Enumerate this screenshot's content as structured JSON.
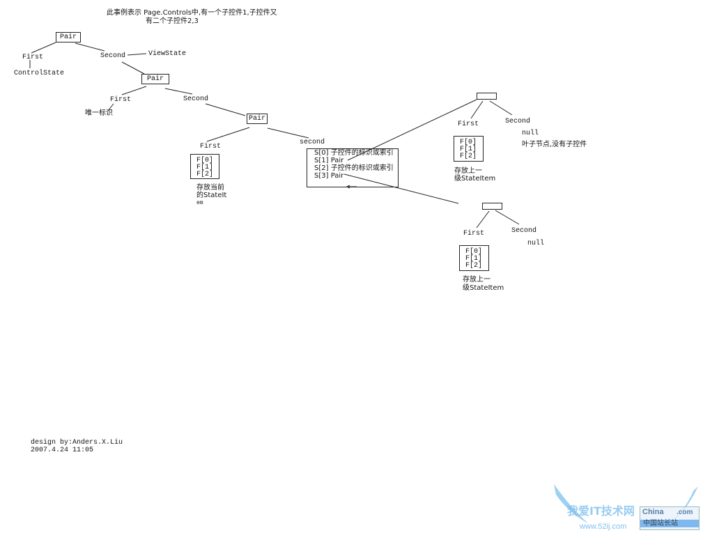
{
  "title": {
    "line1": "此事例表示 Page.Controls中,有一个子控件1,子控件又",
    "line2": "有二个子控件2,3"
  },
  "root": {
    "label": "Pair",
    "first": "First",
    "first_value": "ControlState",
    "second": "Second",
    "second_value": "ViewState"
  },
  "level2": {
    "label": "Pair",
    "first": "First",
    "first_value": "唯一标识",
    "second": "Second"
  },
  "level3": {
    "label": "Pair",
    "first": "First",
    "second": "second",
    "f_items": [
      "F[0]",
      "F[1]",
      "F[2]"
    ],
    "f_note": [
      "存放当前",
      "的StateIt",
      "em"
    ],
    "s_items": [
      "S[0] 子控件的标识或索引",
      "S[1] Pair",
      "S[2] 子控件的标识或索引",
      "S[3] Pair"
    ]
  },
  "child1": {
    "first": "First",
    "second": "Second",
    "second_value": "null",
    "leaf_note": "叶子节点,没有子控件",
    "f_items": [
      "F[0]",
      "F[1]",
      "F[2]"
    ],
    "f_note": [
      "存放上一",
      "级StateItem"
    ]
  },
  "child2": {
    "first": "First",
    "second": "Second",
    "second_value": "null",
    "f_items": [
      "F[0]",
      "F[1]",
      "F[2]"
    ],
    "f_note": [
      "存放上一",
      "级StateItem"
    ]
  },
  "footer": {
    "author": "design by:Anders.X.Liu",
    "date": "2007.4.24 11:05"
  },
  "watermark": {
    "text": "我爱IT技术网",
    "url": "www.52ij.com",
    "brand": "China",
    "brand_suffix": ".com",
    "brand_cn": "中国站长站"
  }
}
